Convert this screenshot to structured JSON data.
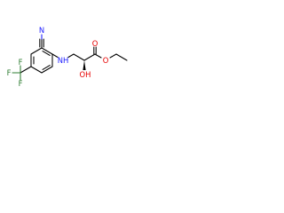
{
  "molecule": {
    "atom_labels": {
      "nitrile_n": "N",
      "amine_nh": "NH",
      "ester_o_carbonyl": "O",
      "ester_o_ether": "O",
      "hydroxyl": "OH",
      "f_top": "F",
      "f_left": "F",
      "f_bottom": "F"
    }
  },
  "colors": {
    "carbon": "#000000",
    "nitrogen": "#1a1aff",
    "oxygen": "#e60000",
    "fluorine": "#2e7d32",
    "background": "#ffffff"
  }
}
